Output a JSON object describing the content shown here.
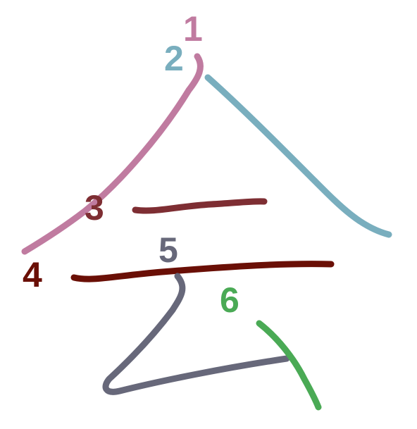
{
  "strokes": [
    {
      "order": "1",
      "color": "#c07ba0"
    },
    {
      "order": "2",
      "color": "#79aebe"
    },
    {
      "order": "3",
      "color": "#7e2e33"
    },
    {
      "order": "4",
      "color": "#6a0f06"
    },
    {
      "order": "5",
      "color": "#67687a"
    },
    {
      "order": "6",
      "color": "#4aaa55"
    }
  ]
}
